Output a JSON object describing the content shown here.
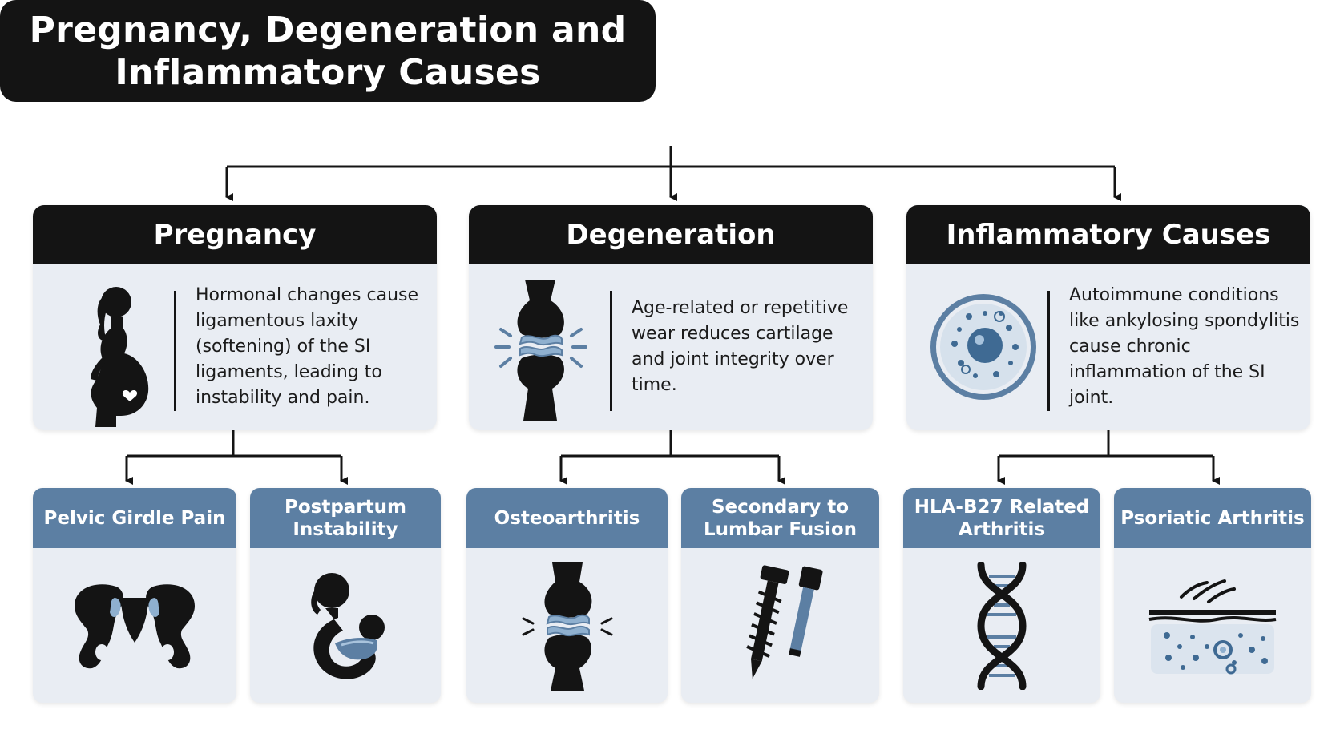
{
  "title": "Pregnancy, Degeneration and\nInflammatory Causes",
  "colors": {
    "dark": "#141414",
    "steel_blue": "#5c7fa3",
    "light_blue": "#8fb0cf",
    "panel": "#e9edf3"
  },
  "categories": [
    {
      "heading": "Pregnancy",
      "icon": "pregnant-woman-icon",
      "description": "Hormonal changes cause ligamentous laxity (softening) of the SI ligaments, leading to instability and pain.",
      "subcategories": [
        {
          "label": "Pelvic Girdle Pain",
          "icon": "pelvis-icon"
        },
        {
          "label": "Postpartum\nInstability",
          "icon": "mother-baby-icon"
        }
      ]
    },
    {
      "heading": "Degeneration",
      "icon": "knee-joint-icon",
      "description": "Age-related or repetitive wear reduces cartilage and joint integrity over time.",
      "subcategories": [
        {
          "label": "Osteoarthritis",
          "icon": "knee-joint-icon"
        },
        {
          "label": "Secondary to\nLumbar Fusion",
          "icon": "screw-hardware-icon"
        }
      ]
    },
    {
      "heading": "Inflammatory Causes",
      "icon": "cell-icon",
      "description": "Autoimmune conditions like ankylosing spondylitis cause chronic inflammation of the SI joint.",
      "subcategories": [
        {
          "label": "HLA-B27 Related\nArthritis",
          "icon": "dna-icon"
        },
        {
          "label": "Psoriatic Arthritis",
          "icon": "skin-layer-icon"
        }
      ]
    }
  ]
}
